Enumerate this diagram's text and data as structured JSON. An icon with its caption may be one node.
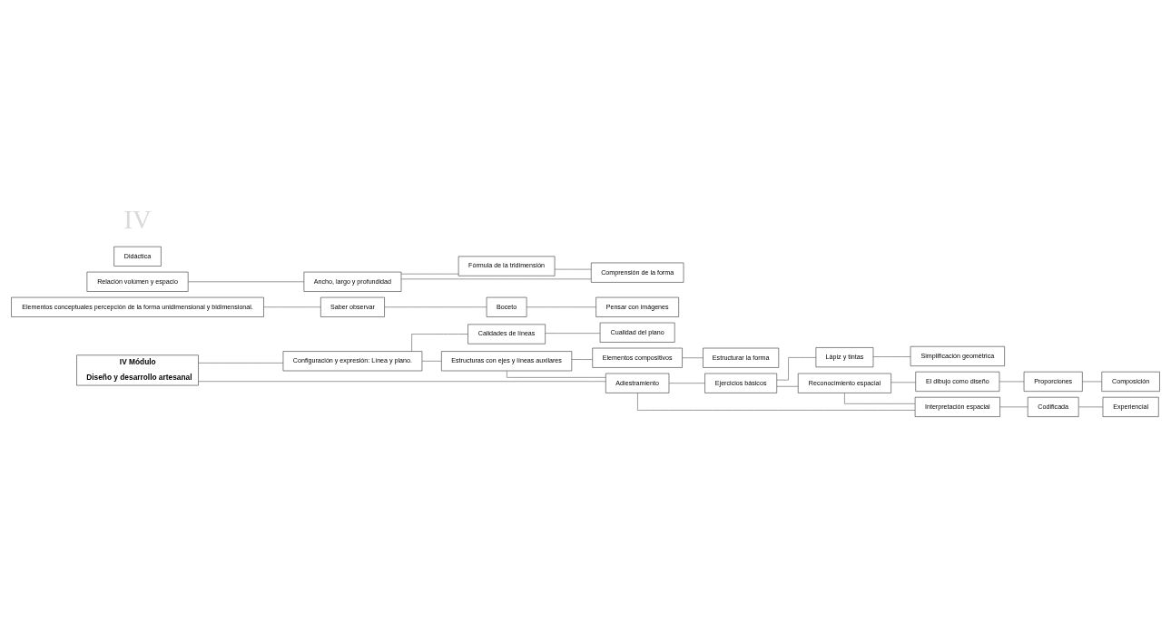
{
  "diagram": {
    "nodes": [
      {
        "text": [
          "IV Módulo",
          "Diseño y desarrollo artesanal"
        ]
      },
      {
        "text": [
          "Elementos conceptuales percepción de la forma unidimensional y bidimensional."
        ]
      },
      {
        "text": [
          "Saber observar"
        ]
      },
      {
        "text": [
          "Pensar con imágenes"
        ]
      },
      {
        "text": [
          "Boceto"
        ]
      },
      {
        "text": [
          "Relación volúmen y espacio"
        ]
      },
      {
        "text": [
          "Ancho, largo y profundidad"
        ]
      },
      {
        "text": [
          "Fórmula de la tridimensión"
        ]
      },
      {
        "text": [
          "Comprensión de la forma"
        ]
      },
      {
        "text": [
          "Configuración y expresión: Línea y plano."
        ]
      },
      {
        "text": [
          "Calidades de líneas"
        ]
      },
      {
        "text": [
          "Cualidad del plano"
        ]
      },
      {
        "text": [
          "Estructuras con ejes y líneas auxilares"
        ]
      },
      {
        "text": [
          "Elementos compositivos"
        ]
      },
      {
        "text": [
          "Estructurar la forma"
        ]
      },
      {
        "text": [
          "Adiestramiento"
        ]
      },
      {
        "text": [
          "Ejercicios básicos"
        ]
      },
      {
        "text": [
          "Làpiz y tintas"
        ]
      },
      {
        "text": [
          "Simplificación geomètrica"
        ]
      },
      {
        "text": [
          "Reconocimiento espacial"
        ]
      },
      {
        "text": [
          "El dibujo como diseño"
        ]
      },
      {
        "text": [
          "Proporciones"
        ]
      },
      {
        "text": [
          "Composición"
        ]
      },
      {
        "text": [
          "Interpretación espacial"
        ]
      },
      {
        "text": [
          "Codificada"
        ]
      },
      {
        "text": [
          "Experiencial"
        ]
      },
      {
        "text": [
          "Didáctica"
        ]
      }
    ],
    "edges": [
      {
        "from": 0,
        "to": 9,
        "arrow": "none"
      },
      {
        "from": 9,
        "to": 12,
        "arrow": "none"
      },
      {
        "from": 12,
        "to": 15,
        "arrow": "none"
      },
      {
        "from": 0,
        "to": 15,
        "arrow": "none"
      },
      {
        "from": 1,
        "to": 2,
        "arrow": "none"
      },
      {
        "from": 2,
        "to": 4,
        "arrow": "none"
      },
      {
        "from": 4,
        "to": 3,
        "arrow": "none"
      },
      {
        "from": 5,
        "to": 6,
        "arrow": "none"
      },
      {
        "from": 6,
        "to": 7,
        "arrow": "none"
      },
      {
        "from": 7,
        "to": 8,
        "arrow": "none"
      },
      {
        "from": 6,
        "to": 8,
        "arrow": "none"
      },
      {
        "from": 9,
        "to": 10,
        "arrow": "none"
      },
      {
        "from": 10,
        "to": 11,
        "arrow": "none"
      },
      {
        "from": 12,
        "to": 13,
        "arrow": "none"
      },
      {
        "from": 13,
        "to": 14,
        "arrow": "none"
      },
      {
        "from": 15,
        "to": 16,
        "arrow": "none"
      },
      {
        "from": 16,
        "to": 17,
        "arrow": "none"
      },
      {
        "from": 17,
        "to": 18,
        "arrow": "none"
      },
      {
        "from": 16,
        "to": 19,
        "arrow": "none"
      },
      {
        "from": 19,
        "to": 20,
        "arrow": "none"
      },
      {
        "from": 20,
        "to": 21,
        "arrow": "none"
      },
      {
        "from": 21,
        "to": 22,
        "arrow": "none"
      },
      {
        "from": 19,
        "to": 23,
        "arrow": "none"
      },
      {
        "from": 23,
        "to": 15,
        "arrow": "none"
      },
      {
        "from": 23,
        "to": 24,
        "arrow": "none"
      },
      {
        "from": 24,
        "to": 25,
        "arrow": "none"
      }
    ],
    "labels": [
      "IV"
    ]
  }
}
